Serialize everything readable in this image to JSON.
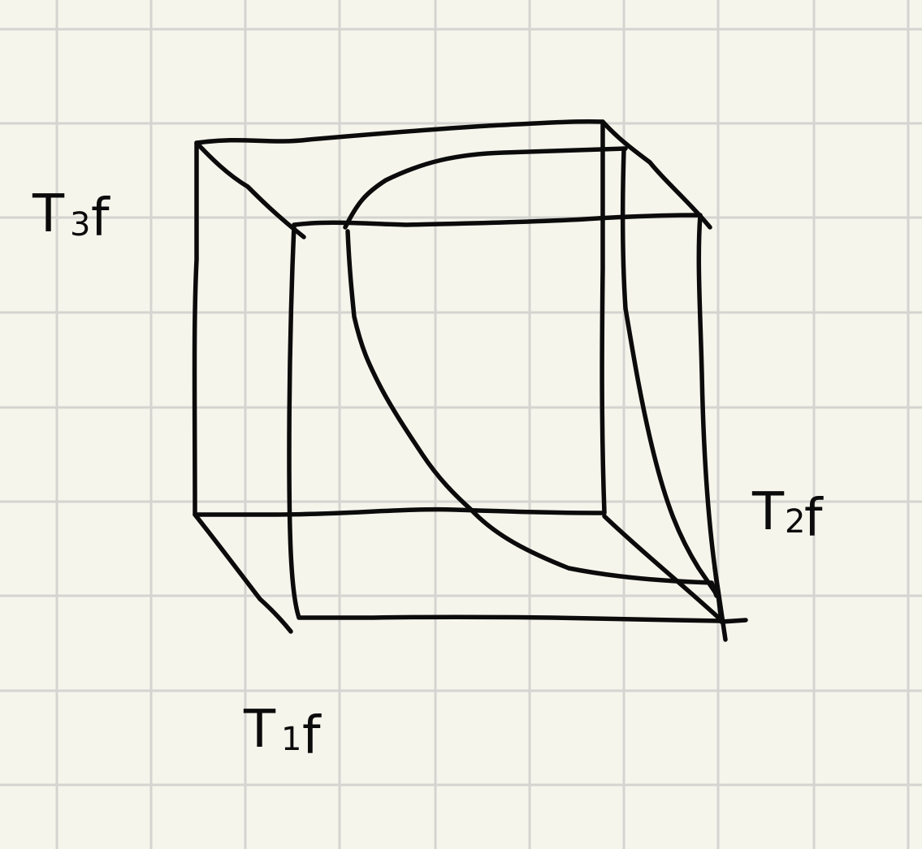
{
  "diagram": {
    "labels": {
      "t3": {
        "main": "T",
        "sub": "3",
        "tail": "f"
      },
      "t2": {
        "main": "T",
        "sub": "2",
        "tail": "f"
      },
      "t1": {
        "main": "T",
        "sub": "1",
        "tail": "f"
      }
    },
    "colors": {
      "paper": "#f6f5ec",
      "grid": "#d4d4d0",
      "ink": "#0b0b0b"
    }
  }
}
